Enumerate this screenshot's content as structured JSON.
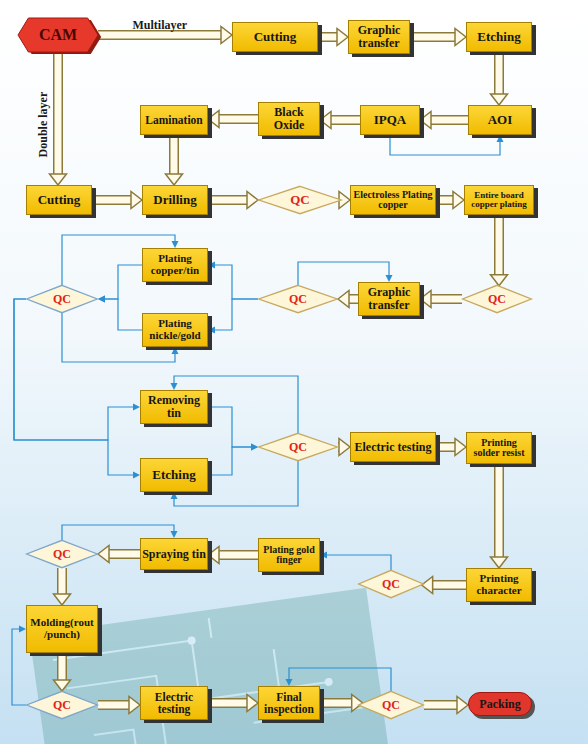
{
  "diagram": {
    "nodes": [
      {
        "text": [
          "CAM"
        ]
      },
      {
        "text": [
          "Cutting"
        ]
      },
      {
        "text": [
          "Graphic transfer"
        ]
      },
      {
        "text": [
          "Etching"
        ]
      },
      {
        "text": [
          "Lamination"
        ]
      },
      {
        "text": [
          "Black Oxide"
        ]
      },
      {
        "text": [
          "IPQA"
        ]
      },
      {
        "text": [
          "AOI"
        ]
      },
      {
        "text": [
          "Cutting"
        ]
      },
      {
        "text": [
          "Drilling"
        ]
      },
      {
        "text": [
          "QC"
        ]
      },
      {
        "text": [
          "Electroless Plating copper"
        ]
      },
      {
        "text": [
          "Entire board copper plating"
        ]
      },
      {
        "text": [
          "Plating copper/tin"
        ]
      },
      {
        "text": [
          "QC"
        ]
      },
      {
        "text": [
          "QC"
        ]
      },
      {
        "text": [
          "Graphic transfer"
        ]
      },
      {
        "text": [
          "QC"
        ]
      },
      {
        "text": [
          "Plating nickle/gold"
        ]
      },
      {
        "text": [
          "Removing tin"
        ]
      },
      {
        "text": [
          "QC"
        ]
      },
      {
        "text": [
          "Electric testing"
        ]
      },
      {
        "text": [
          "Printing solder resist"
        ]
      },
      {
        "text": [
          "Etching"
        ]
      },
      {
        "text": [
          "QC"
        ]
      },
      {
        "text": [
          "Spraying tin"
        ]
      },
      {
        "text": [
          "Plating gold finger"
        ]
      },
      {
        "text": [
          "QC"
        ]
      },
      {
        "text": [
          "Printing character"
        ]
      },
      {
        "text": [
          "Molding(rout /punch)"
        ]
      },
      {
        "text": [
          "QC"
        ]
      },
      {
        "text": [
          "Electric testing"
        ]
      },
      {
        "text": [
          "Final inspection"
        ]
      },
      {
        "text": [
          "QC"
        ]
      },
      {
        "text": [
          "Packing"
        ]
      }
    ],
    "edges": [
      {
        "from": 0,
        "to": 1,
        "arrow": "to",
        "label": "Multilayer"
      },
      {
        "from": 0,
        "to": 8,
        "arrow": "to",
        "label": "Double layer"
      },
      {
        "from": 1,
        "to": 2,
        "arrow": "to"
      },
      {
        "from": 2,
        "to": 3,
        "arrow": "to"
      },
      {
        "from": 3,
        "to": 7,
        "arrow": "to"
      },
      {
        "from": 7,
        "to": 6,
        "arrow": "to"
      },
      {
        "from": 6,
        "to": 7,
        "arrow": "to"
      },
      {
        "from": 6,
        "to": 5,
        "arrow": "to"
      },
      {
        "from": 5,
        "to": 4,
        "arrow": "to"
      },
      {
        "from": 4,
        "to": 9,
        "arrow": "to"
      },
      {
        "from": 8,
        "to": 9,
        "arrow": "to"
      },
      {
        "from": 9,
        "to": 10,
        "arrow": "to"
      },
      {
        "from": 10,
        "to": 11,
        "arrow": "to"
      },
      {
        "from": 11,
        "to": 12,
        "arrow": "to"
      },
      {
        "from": 12,
        "to": 17,
        "arrow": "to"
      },
      {
        "from": 17,
        "to": 16,
        "arrow": "to"
      },
      {
        "from": 16,
        "to": 15,
        "arrow": "to"
      },
      {
        "from": 15,
        "to": 16,
        "arrow": "to"
      },
      {
        "from": 15,
        "to": 13,
        "arrow": "to"
      },
      {
        "from": 15,
        "to": 18,
        "arrow": "to"
      },
      {
        "from": 13,
        "to": 14,
        "arrow": "to"
      },
      {
        "from": 18,
        "to": 14,
        "arrow": "to"
      },
      {
        "from": 14,
        "to": 13,
        "arrow": "to"
      },
      {
        "from": 14,
        "to": 18,
        "arrow": "to"
      },
      {
        "from": 14,
        "to": 19,
        "arrow": "to"
      },
      {
        "from": 14,
        "to": 23,
        "arrow": "to"
      },
      {
        "from": 19,
        "to": 20,
        "arrow": "to"
      },
      {
        "from": 23,
        "to": 20,
        "arrow": "to"
      },
      {
        "from": 20,
        "to": 19,
        "arrow": "to"
      },
      {
        "from": 20,
        "to": 23,
        "arrow": "to"
      },
      {
        "from": 20,
        "to": 21,
        "arrow": "to"
      },
      {
        "from": 21,
        "to": 22,
        "arrow": "to"
      },
      {
        "from": 22,
        "to": 28,
        "arrow": "to"
      },
      {
        "from": 28,
        "to": 27,
        "arrow": "to"
      },
      {
        "from": 27,
        "to": 26,
        "arrow": "to"
      },
      {
        "from": 26,
        "to": 25,
        "arrow": "to"
      },
      {
        "from": 25,
        "to": 24,
        "arrow": "to"
      },
      {
        "from": 24,
        "to": 25,
        "arrow": "to"
      },
      {
        "from": 24,
        "to": 29,
        "arrow": "to"
      },
      {
        "from": 29,
        "to": 30,
        "arrow": "to"
      },
      {
        "from": 30,
        "to": 29,
        "arrow": "to"
      },
      {
        "from": 30,
        "to": 31,
        "arrow": "to"
      },
      {
        "from": 31,
        "to": 32,
        "arrow": "to"
      },
      {
        "from": 32,
        "to": 33,
        "arrow": "to"
      },
      {
        "from": 33,
        "to": 32,
        "arrow": "to"
      },
      {
        "from": 33,
        "to": 34,
        "arrow": "to"
      }
    ]
  }
}
